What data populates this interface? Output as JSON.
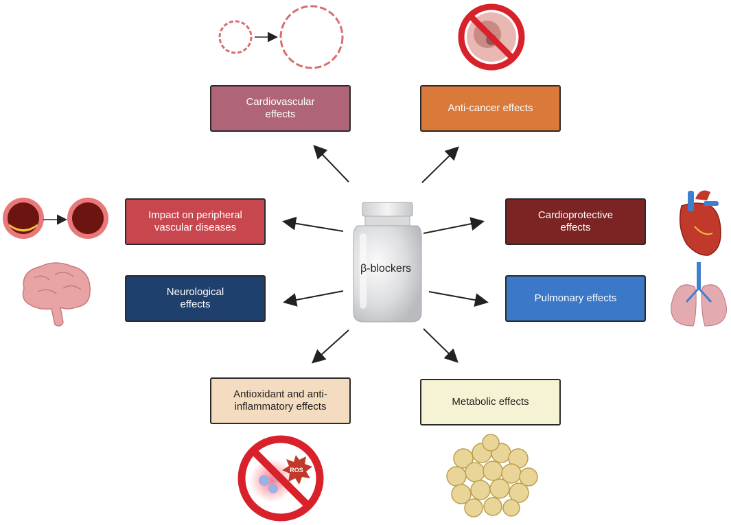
{
  "center": {
    "label": "β-blockers"
  },
  "effects": [
    {
      "id": "cardiovascular",
      "label": "Cardiovascular\neffects",
      "color": "#b06478"
    },
    {
      "id": "anticancer",
      "label": "Anti-cancer effects",
      "color": "#d97a3a"
    },
    {
      "id": "peripheral",
      "label": "Impact on peripheral\nvascular diseases",
      "color": "#c8474f"
    },
    {
      "id": "cardioprotective",
      "label": "Cardioprotective\neffects",
      "color": "#7c2424"
    },
    {
      "id": "neurological",
      "label": "Neurological\neffects",
      "color": "#1f3f6d"
    },
    {
      "id": "pulmonary",
      "label": "Pulmonary effects",
      "color": "#3b78c7"
    },
    {
      "id": "antioxidant",
      "label": "Antioxidant and anti-\ninflammatory effects",
      "color": "#f3dcbf"
    },
    {
      "id": "metabolic",
      "label": "Metabolic effects",
      "color": "#f6f3d4"
    }
  ],
  "icons": {
    "ros_text": "ROS"
  }
}
